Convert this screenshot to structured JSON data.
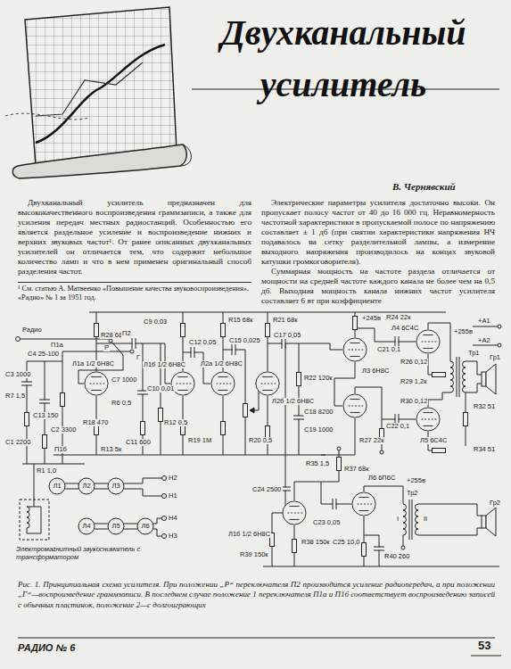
{
  "diagram": {
    "title": "Двухканальный усилитель",
    "caption": "Рис. 1. Принципиальная схема усилителя. При положении „Р“ переключателя П2 производится усиление радиопередач, а при положении „Г“—воспроизведение граммзаписи. В последнем случае положение 1 переключателя П1а и П1б соответствует воспроизведению записей с обычных пластинок, положение 2—с долгоиграющих",
    "labels": [
      "В. Чернявский",
      "Двухканальный усилитель предназначен для высококачественного воспроизведения граммзаписи, а также для усиления передач местных радиостанций. Особенностью его является раздельное усиление и воспроизведение нижних и верхних звуковых частот¹. От ранее описанных двухканальных усилителей он отличается тем, что содержит небольшое количество ламп и что в нем применен оригинальный способ разделения частот.",
      "¹ См. статью А. Матвеенко «Повышение качества звуковоспроизведения», «Радио» № 1 за 1951 год.",
      "Электрические параметры усилителя достаточно высоки. Он пропускает полосу частот от 40 до 16 000 гц. Неравномерность частотной характеристики в пропускаемой полосе по напряжению составляет ± 1 дб (при снятии характеристики напряжения НЧ подавалось на сетку разделительной лампы, а измерение выходного напряжения производилось на концах звуковой катушки громкоговорителя).",
      "Суммарная мощность на частоте раздела отличается от мощности на средней частоте каждого канала не более чем на 0,5 дб. Выходная мощность канала нижних частот усилителя составляет 6 вт при коэффициенте",
      "Радио",
      "R28 68к",
      "C9 0,03",
      "R15 68к",
      "R21 68к",
      "+245в",
      "R24 22к",
      "Л4 6С4С",
      "+255в",
      "+A1",
      "+A2",
      "П2",
      "Р",
      "Г",
      "П1а",
      "C4 25-100",
      "C3 1000",
      "Л1а 1/2 6Н8С",
      "C7 1000",
      "R6 0,5",
      "C12 0,05",
      "Л1б 1/2 6Н8С",
      "Л2а 1/2 6Н8С",
      "C10 0,01",
      "C15 0,025",
      "R19 1М",
      "C11 600",
      "R13 5к",
      "R12 0,5",
      "R20 0,5",
      "Л2б 1/2 6Н8С",
      "C17 0,05",
      "R22 120к",
      "C18 8200",
      "C19 1000",
      "Л3 6Н8С",
      "C21 0,1",
      "C22 0,1",
      "R26 0,12",
      "R29 1,2к",
      "R30 0,12",
      "R27 22к",
      "Л5 6С4С",
      "Тр1",
      "Гр1",
      "R32 51",
      "R34 51",
      "R35 1,5",
      "C23 0,05",
      "Л6 6П6С",
      "+255в",
      "R37 68к",
      "C24 2500",
      "Л1б 1/2 6Н8С",
      "R38 150к",
      "R39 150к",
      "C25 10,0",
      "R40 260",
      "Тр2",
      "I",
      "II",
      "Гр2",
      "Л1",
      "Л2",
      "Л3",
      "Л4",
      "Л5",
      "Л6",
      "Н2",
      "Н1",
      "Н4",
      "Н3",
      "Электромагнитный звукосниматель с трансформатором",
      "C13 150",
      "C1 2200",
      "C2 3300",
      "П1б",
      "R1 1,0",
      "R18 470",
      "R7 1,5",
      "РАДИО № 6",
      "53"
    ]
  }
}
